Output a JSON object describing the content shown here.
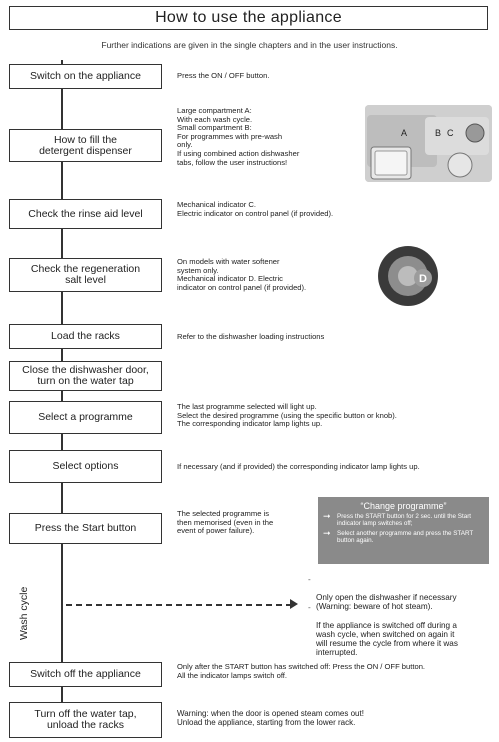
{
  "title": "How to use the appliance",
  "subtitle": "Further indications are given in the single chapters and in the user instructions.",
  "steps": [
    {
      "label": "Switch on the appliance",
      "desc": "Press the ON / OFF button."
    },
    {
      "label": "How to fill the\ndetergent dispenser",
      "desc": "Large compartment A:\nWith each wash cycle.\nSmall compartment B:\nFor programmes with pre-wash\nonly.\nIf using combined action dishwasher\ntabs, follow the user instructions!"
    },
    {
      "label": "Check the rinse aid level",
      "desc": "Mechanical indicator C.\nElectric indicator on control panel (if provided)."
    },
    {
      "label": "Check the regeneration\nsalt level",
      "desc": "On models with water softener\nsystem only.\nMechanical indicator D. Electric\nindicator on control panel (if provided)."
    },
    {
      "label": "Load the racks",
      "desc": "Refer to the dishwasher loading instructions"
    },
    {
      "label": "Close the dishwasher door,\nturn on the water tap",
      "desc": ""
    },
    {
      "label": "Select a programme",
      "desc": "The last programme selected will light up.\nSelect the desired programme (using the specific button or knob).\nThe corresponding indicator lamp lights up."
    },
    {
      "label": "Select options",
      "desc": "If necessary (and if provided) the corresponding indicator lamp lights up."
    },
    {
      "label": "Press the Start button",
      "desc": "The selected programme is\nthen memorised (even in the\nevent of power failure)."
    },
    {
      "label": "Switch off the appliance",
      "desc": "Only after the START button has switched off: Press the ON / OFF button.\nAll the indicator lamps switch off."
    },
    {
      "label": "Turn off the water tap,\nunload the racks",
      "desc": "Warning: when the door is opened steam comes out!\nUnload the appliance, starting from the lower rack."
    }
  ],
  "change_programme": {
    "title": "“Change programme”",
    "item1": "Press the START button for 2 sec. until the Start indicator lamp switches off;",
    "item2": "Select another programme and press the START button again."
  },
  "wash_cycle_label": "Wash cycle",
  "notes": {
    "note1": "Only open the dishwasher if necessary\n(Warning: beware of hot steam).",
    "note2": "If the appliance is switched off during a\nwash cycle, when switched on again it\nwill resume the cycle from where it was\ninterrupted."
  },
  "photo_labels": {
    "a": "A",
    "b": "B",
    "c": "C",
    "d": "D"
  }
}
